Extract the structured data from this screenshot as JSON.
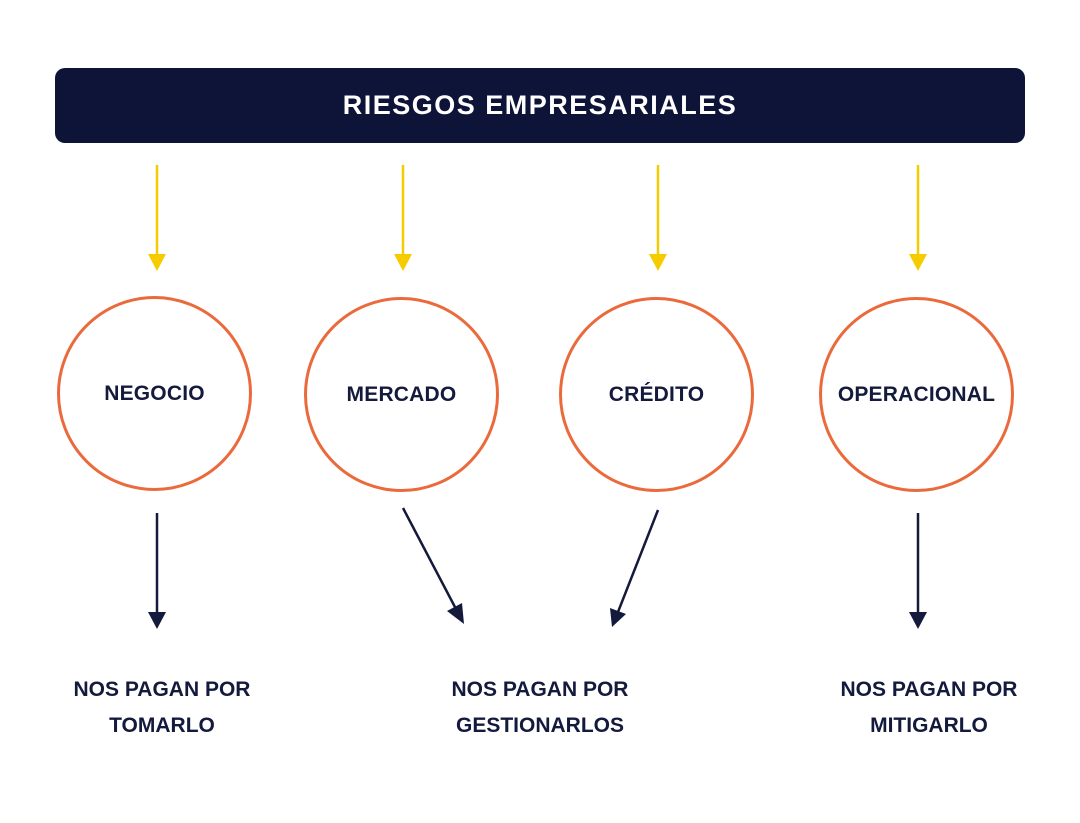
{
  "header": {
    "title": "RIESGOS EMPRESARIALES"
  },
  "risks": [
    {
      "label": "NEGOCIO"
    },
    {
      "label": "MERCADO"
    },
    {
      "label": "CRÉDITO"
    },
    {
      "label": "OPERACIONAL"
    }
  ],
  "outcomes": [
    {
      "line1": "NOS PAGAN POR",
      "line2": "TOMARLO"
    },
    {
      "line1": "NOS PAGAN POR",
      "line2": "GESTIONARLOS"
    },
    {
      "line1": "NOS PAGAN POR",
      "line2": "MITIGARLO"
    }
  ],
  "colors": {
    "header_bg": "#0e1338",
    "circle_border": "#ea6a3c",
    "top_arrow": "#f5cc00",
    "bottom_arrow": "#141a3c",
    "text": "#141a3c"
  }
}
